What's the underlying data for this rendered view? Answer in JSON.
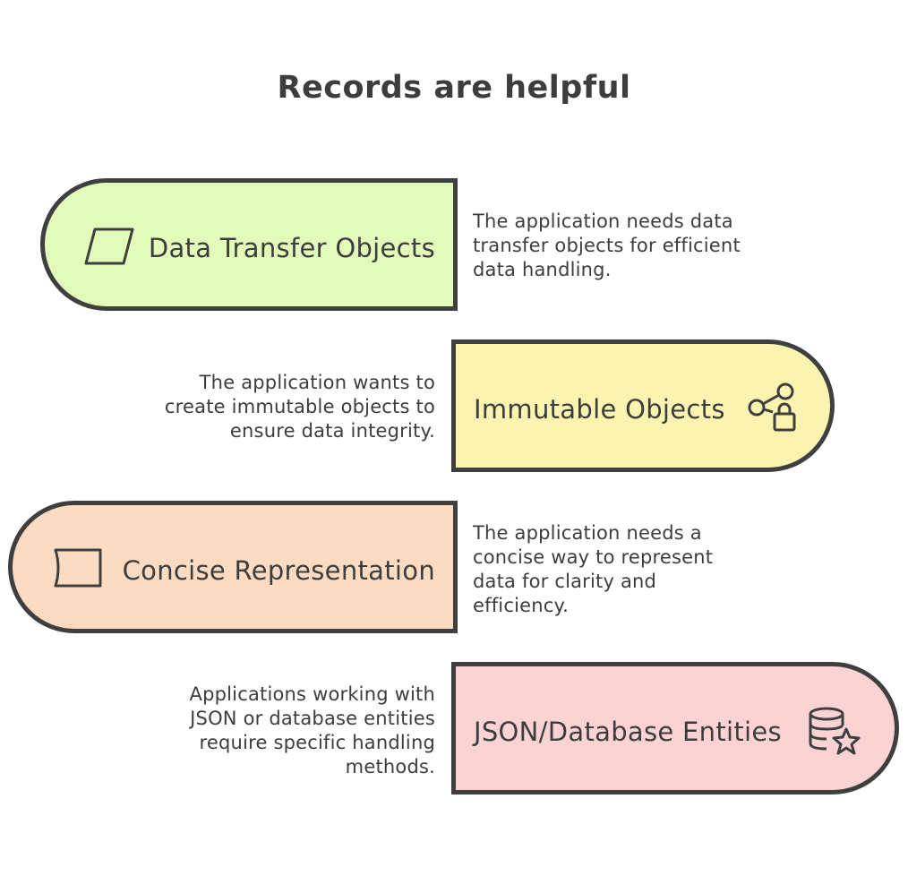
{
  "title": "Records are helpful",
  "items": [
    {
      "label": "Data Transfer Objects",
      "icon": "parallelogram-icon",
      "color": "#e3fbba",
      "description": [
        "The application needs data",
        "transfer objects for efficient",
        "data handling."
      ]
    },
    {
      "label": "Immutable Objects",
      "icon": "share-lock-icon",
      "color": "#fbf3b0",
      "description": [
        "The application wants to",
        "create immutable objects to",
        "ensure data integrity."
      ]
    },
    {
      "label": "Concise Representation",
      "icon": "document-shape-icon",
      "color": "#fbdcc3",
      "description": [
        "The application needs a",
        "concise way to represent",
        "data for clarity and",
        "efficiency."
      ]
    },
    {
      "label": "JSON/Database Entities",
      "icon": "database-star-icon",
      "color": "#fbd3d3",
      "description": [
        "Applications working with",
        "JSON or database entities",
        "require specific handling",
        "methods."
      ]
    }
  ]
}
